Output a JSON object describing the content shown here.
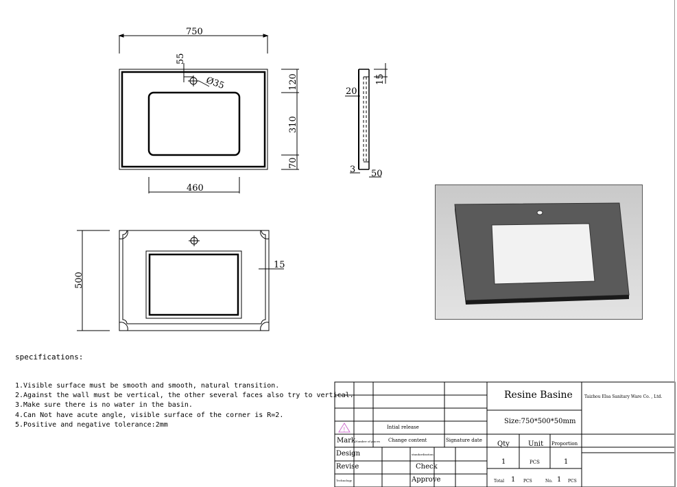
{
  "drawing": {
    "top_view_dims": {
      "overall_width": "750",
      "hole_offset": "55",
      "hole_diameter": "Ø35",
      "front_margin": "120",
      "bowl_depth": "310",
      "back_margin": "70",
      "bowl_width": "460"
    },
    "side_view_dims": {
      "top_thickness": "15",
      "lip": "20",
      "foot": "3",
      "height": "50"
    },
    "bottom_view_dims": {
      "overall_depth": "500",
      "edge_offset": "15"
    }
  },
  "specifications": {
    "title": "specifications:",
    "items": [
      "1.Visible surface must be smooth and smooth, natural transition.",
      "2.Against the wall must be vertical, the other several faces also try to vertical.",
      "3.Make sure there is no water in the basin.",
      "4.Can Not have acute angle, visible surface of the corner is R=2.",
      "5.Positive and negative tolerance:2mm"
    ]
  },
  "title_block": {
    "initial_release": "Intial release",
    "mark": "Mark",
    "number_of_places": "Number of places",
    "change_content": "Change content",
    "signature_date": "Signature date",
    "design": "Design",
    "standardization": "standardization",
    "revise": "Revise",
    "check": "Check",
    "technology": "Technology",
    "approve": "Approve",
    "product_name": "Resine Basine",
    "size": "Size:750*500*50mm",
    "company": "Taizhou Elsa Sanitary Ware Co. , Ltd.",
    "qty_label": "Qty",
    "unit_label": "Unit",
    "proportion_label": "Proportion",
    "qty_value": "1",
    "unit_value": "PCS",
    "proportion_value": "1",
    "total_label": "Total",
    "total_value": "1",
    "total_unit": "PCS",
    "no_label": "No.",
    "no_value": "1",
    "no_unit": "PCS"
  }
}
